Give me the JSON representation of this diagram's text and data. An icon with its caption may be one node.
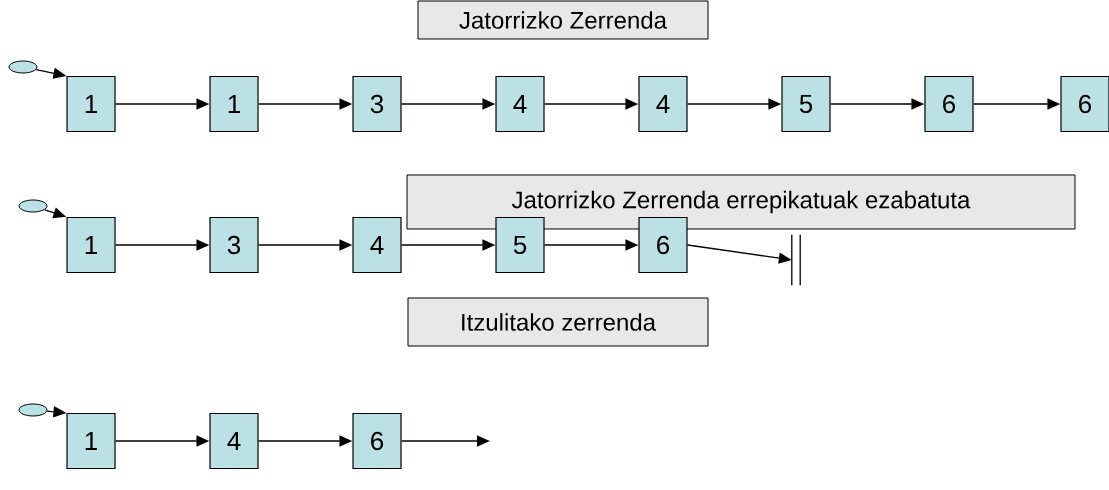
{
  "diagram": {
    "nodes": [
      {
        "text": [
          "Jatorrizko Zerrenda"
        ]
      },
      {
        "text": [],
        "shape": "ellipse"
      },
      {
        "text": [
          "1"
        ]
      },
      {
        "text": [
          "1"
        ]
      },
      {
        "text": [
          "3"
        ]
      },
      {
        "text": [
          "4"
        ]
      },
      {
        "text": [
          "4"
        ]
      },
      {
        "text": [
          "5"
        ]
      },
      {
        "text": [
          "6"
        ]
      },
      {
        "text": [
          "6"
        ]
      },
      {
        "text": [
          "Jatorrizko Zerrenda errepikatuak ezabatuta"
        ]
      },
      {
        "text": [],
        "shape": "ellipse"
      },
      {
        "text": [
          "1"
        ]
      },
      {
        "text": [
          "3"
        ]
      },
      {
        "text": [
          "4"
        ]
      },
      {
        "text": [
          "5"
        ]
      },
      {
        "text": [
          "6"
        ]
      },
      {
        "text": [],
        "shape": "bar"
      },
      {
        "text": [
          "Itzulitako zerrenda"
        ]
      },
      {
        "text": [],
        "shape": "ellipse"
      },
      {
        "text": [
          "1"
        ]
      },
      {
        "text": [
          "4"
        ]
      },
      {
        "text": [
          "6"
        ]
      }
    ],
    "edges": [
      {
        "from": 1,
        "to": 2,
        "arrow": "to"
      },
      {
        "from": 2,
        "to": 3,
        "arrow": "to"
      },
      {
        "from": 3,
        "to": 4,
        "arrow": "to"
      },
      {
        "from": 4,
        "to": 5,
        "arrow": "to"
      },
      {
        "from": 5,
        "to": 6,
        "arrow": "to"
      },
      {
        "from": 6,
        "to": 7,
        "arrow": "to"
      },
      {
        "from": 7,
        "to": 8,
        "arrow": "to"
      },
      {
        "from": 8,
        "to": 9,
        "arrow": "to"
      },
      {
        "from": 11,
        "to": 12,
        "arrow": "to"
      },
      {
        "from": 12,
        "to": 13,
        "arrow": "to"
      },
      {
        "from": 13,
        "to": 14,
        "arrow": "to"
      },
      {
        "from": 14,
        "to": 15,
        "arrow": "to"
      },
      {
        "from": 15,
        "to": 16,
        "arrow": "to"
      },
      {
        "from": 16,
        "to": 17,
        "arrow": "to"
      },
      {
        "from": 19,
        "to": 20,
        "arrow": "to"
      },
      {
        "from": 20,
        "to": 21,
        "arrow": "to"
      },
      {
        "from": 21,
        "to": 22,
        "arrow": "to"
      },
      {
        "from": 22,
        "to": null,
        "arrow": "to"
      }
    ]
  }
}
